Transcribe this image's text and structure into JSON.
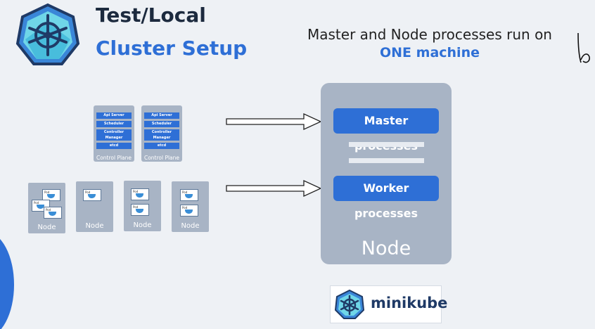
{
  "title": {
    "line1": "Test/Local",
    "line2": "Cluster Setup"
  },
  "subtitle": {
    "line1": "Master and Node processes run on",
    "line2": "ONE machine"
  },
  "control_planes": [
    {
      "rows": [
        "Api Server",
        "Scheduler",
        "Controller Manager",
        "etcd"
      ],
      "label": "Control Plane"
    },
    {
      "rows": [
        "Api Server",
        "Scheduler",
        "Controller Manager",
        "etcd"
      ],
      "label": "Control Plane"
    }
  ],
  "small_nodes": [
    {
      "label": "Node"
    },
    {
      "label": "Node"
    },
    {
      "label": "Node"
    },
    {
      "label": "Node"
    }
  ],
  "pod_text": "Pod",
  "big_node": {
    "master_label": "Master processes",
    "worker_label": "Worker processes",
    "label": "Node"
  },
  "minikube": {
    "label": "minikube"
  },
  "colors": {
    "accent": "#2e6fd6",
    "node_gray": "#a8b4c5",
    "dark_text": "#1c2a3e"
  }
}
